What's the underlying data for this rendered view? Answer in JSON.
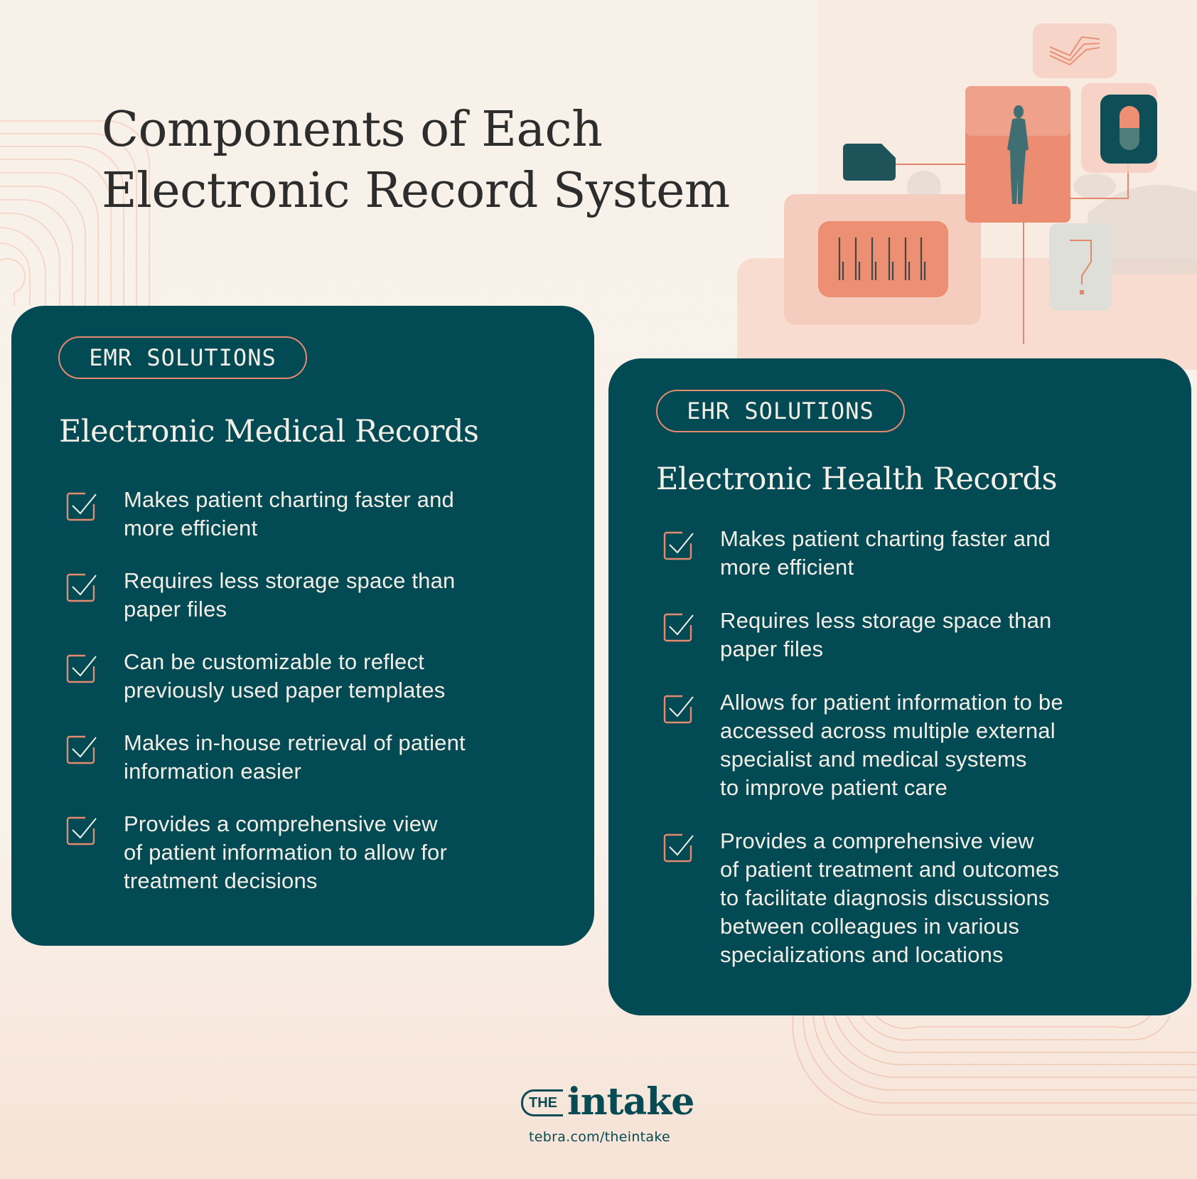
{
  "header": {
    "title_line1": "Components of Each",
    "title_line2": "Electronic Record System"
  },
  "colors": {
    "background": "#f8f2ea",
    "card": "#024a54",
    "accent": "#e58a6e",
    "title_text": "#2d2d2d",
    "card_text": "#f4efe6",
    "brand": "#064b53"
  },
  "emr": {
    "badge": "EMR SOLUTIONS",
    "title": "Electronic Medical Records",
    "items": [
      {
        "icon": "checkbox-checked-icon",
        "text": "Makes patient charting faster and\nmore efficient"
      },
      {
        "icon": "checkbox-checked-icon",
        "text": "Requires less storage space than\npaper files"
      },
      {
        "icon": "checkbox-checked-icon",
        "text": "Can be customizable to reflect\npreviously used paper templates"
      },
      {
        "icon": "checkbox-checked-icon",
        "text": "Makes in-house retrieval of patient\ninformation easier"
      },
      {
        "icon": "checkbox-checked-icon",
        "text": "Provides a comprehensive view\nof patient information to allow for\ntreatment decisions"
      }
    ]
  },
  "ehr": {
    "badge": "EHR SOLUTIONS",
    "title": "Electronic Health Records",
    "items": [
      {
        "icon": "checkbox-checked-icon",
        "text": "Makes patient charting faster and\nmore efficient"
      },
      {
        "icon": "checkbox-checked-icon",
        "text": "Requires less storage space than\npaper files"
      },
      {
        "icon": "checkbox-checked-icon",
        "text": "Allows for patient information to be\naccessed across multiple external\nspecialist and medical systems\nto improve patient care"
      },
      {
        "icon": "checkbox-checked-icon",
        "text": "Provides a comprehensive view\nof patient treatment and outcomes\nto facilitate diagnosis discussions\nbetween colleagues in various\nspecializations and locations"
      }
    ]
  },
  "footer": {
    "logo_the": "THE",
    "logo_intake": "intake",
    "url": "tebra.com/theintake"
  },
  "illustration": {
    "icons": [
      "wave-chart-icon",
      "person-silhouette-icon",
      "pill-capsule-icon",
      "sim-card-icon",
      "barcode-icon",
      "question-mark-icon"
    ]
  }
}
